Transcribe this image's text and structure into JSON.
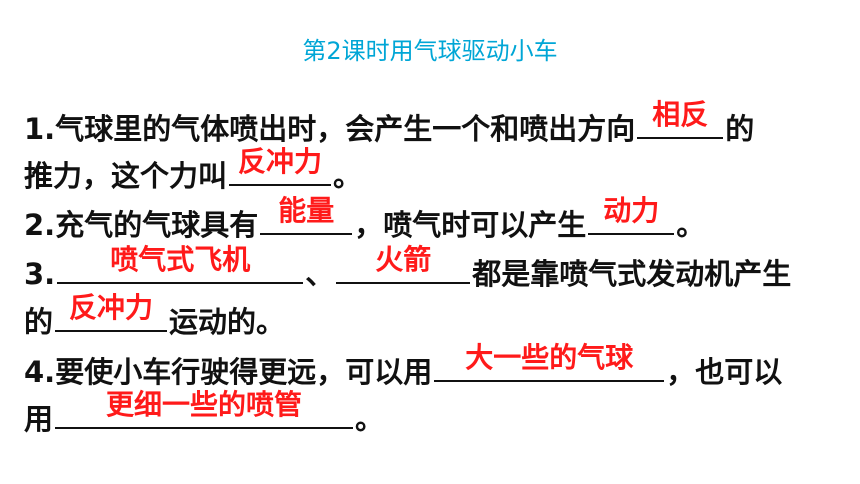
{
  "title": "第2课时用气球驱动小车",
  "q1": {
    "number": "1.",
    "line1_text": "气球里的气体喷出时，会产生一个和喷出方向",
    "answer1": "相反",
    "line1_end": "的",
    "line2_text": "推力，这个力叫",
    "answer2": "反冲力",
    "line2_end": "。"
  },
  "q2": {
    "number": "2.",
    "text1": "充气的气球具有",
    "answer1": "能量",
    "text2": "，喷气时可以产生",
    "answer2": "动力",
    "end": "。"
  },
  "q3": {
    "number": "3.",
    "answer1": "喷气式飞机",
    "sep": "、",
    "answer2": "火箭",
    "line1_end": "都是靠喷气式发动机产生",
    "line2_start": "的",
    "answer3": "反冲力",
    "line2_end": "运动的。"
  },
  "q4": {
    "number": "4.",
    "text1": "要使小车行驶得更远，可以用",
    "answer1": "大一些的气球",
    "text2": "，也可以",
    "line2_start": "用",
    "answer2": "更细一些的喷管",
    "end": "。"
  },
  "colors": {
    "title": "#00a6d6",
    "answer": "#ff1a1a",
    "text": "#111111"
  }
}
